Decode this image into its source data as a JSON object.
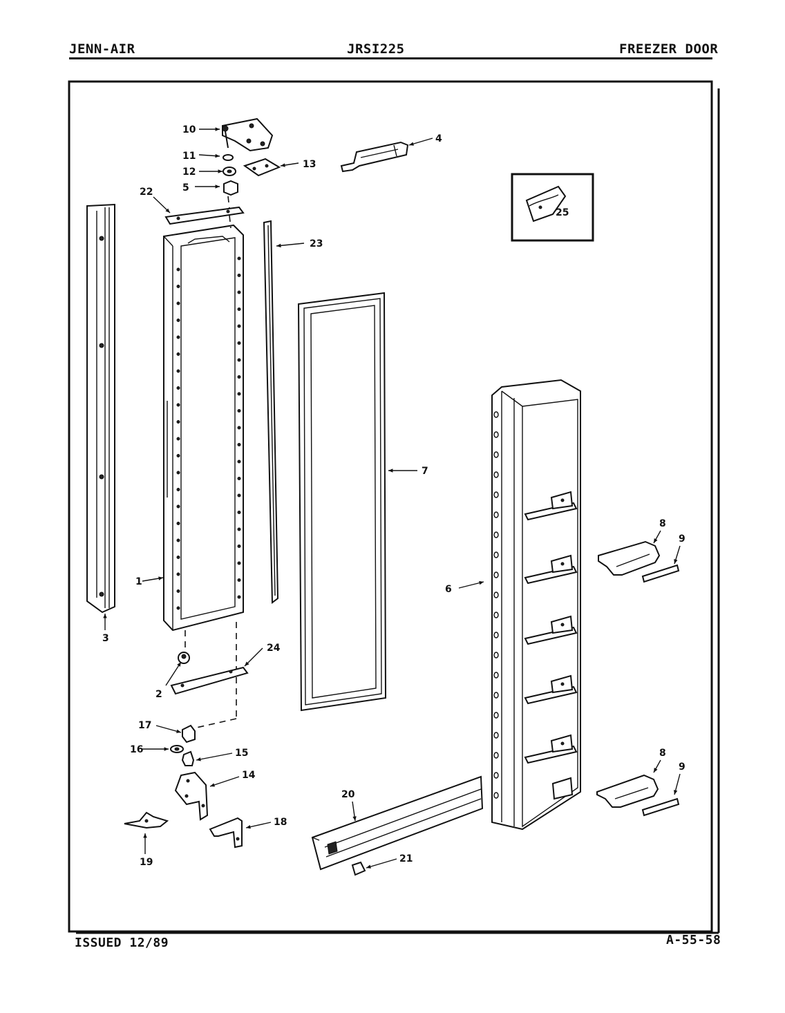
{
  "header": {
    "brand": "JENN-AIR",
    "model": "JRSI225",
    "section": "FREEZER DOOR"
  },
  "footer": {
    "issued": "ISSUED 12/89",
    "page_code": "A-55-58"
  },
  "callouts": {
    "c1": "1",
    "c2": "2",
    "c3": "3",
    "c4": "4",
    "c5": "5",
    "c6": "6",
    "c7": "7",
    "c8a": "8",
    "c8b": "8",
    "c9a": "9",
    "c9b": "9",
    "c10": "10",
    "c11": "11",
    "c12": "12",
    "c13": "13",
    "c14": "14",
    "c15": "15",
    "c16": "16",
    "c17": "17",
    "c18": "18",
    "c19": "19",
    "c20": "20",
    "c21": "21",
    "c22": "22",
    "c23": "23",
    "c24": "24",
    "c25": "25"
  }
}
